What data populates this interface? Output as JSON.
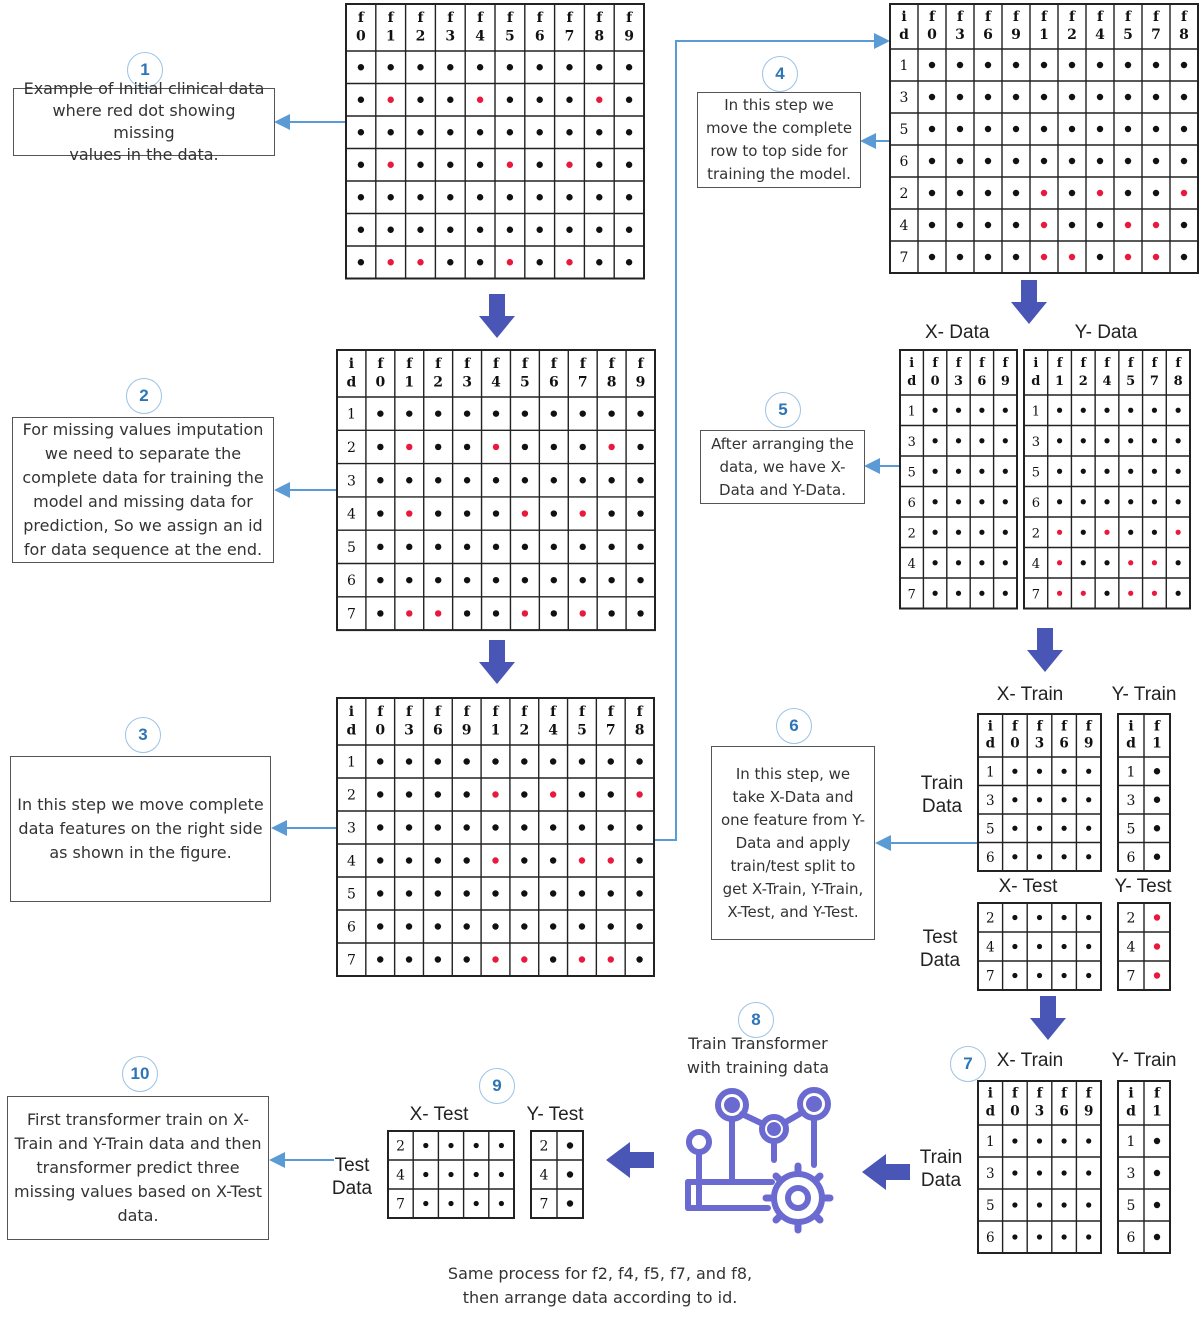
{
  "steps": {
    "s1": {
      "number": "1",
      "text": [
        "Example of Initial clinical data",
        "where red dot showing missing",
        "values in the data."
      ]
    },
    "s2": {
      "number": "2",
      "text": [
        "For missing values imputation",
        "we need to separate the",
        "complete data for training the",
        "model and missing data for",
        "prediction, So we assign an id",
        "for data sequence at the end."
      ]
    },
    "s3": {
      "number": "3",
      "text": [
        "In this step we move complete",
        "data features on the right side",
        "as shown in the figure."
      ]
    },
    "s4": {
      "number": "4",
      "text": [
        "In this step we",
        "move the complete",
        "row to top side for",
        "training the model."
      ]
    },
    "s5": {
      "number": "5",
      "text": [
        "After arranging the",
        "data, we have X-",
        "Data and Y-Data."
      ]
    },
    "s6": {
      "number": "6",
      "text": [
        "In this step, we",
        "take X-Data and",
        "one feature from Y-",
        "Data and apply",
        "train/test split to",
        "get X-Train, Y-Train,",
        "X-Test, and Y-Test."
      ]
    },
    "s7": {
      "number": "7"
    },
    "s8": {
      "number": "8",
      "text": [
        "Train Transformer",
        "with training data"
      ]
    },
    "s9": {
      "number": "9"
    },
    "s10": {
      "number": "10",
      "text": [
        "First transformer train on X-",
        "Train and Y-Train data and then",
        "transformer predict three",
        "missing values based on X-Test",
        "data."
      ]
    }
  },
  "labels": {
    "x_data": "X- Data",
    "y_data": "Y- Data",
    "x_train": "X- Train",
    "y_train": "Y- Train",
    "x_test": "X- Test",
    "y_test": "Y- Test",
    "train_data": [
      "Train",
      "Data"
    ],
    "test_data": [
      "Test",
      "Data"
    ]
  },
  "note": [
    "Same process for f2, f4, f5, f7, and f8,",
    "then arrange data according to id."
  ],
  "colors": {
    "missing": "#e8193c",
    "present": "#111111",
    "arrow": "#4a56b5",
    "connector": "#5b9bd5",
    "accent": "#2e75b6"
  },
  "tables": {
    "t1": {
      "headers": [
        [
          "f",
          "0"
        ],
        [
          "f",
          "1"
        ],
        [
          "f",
          "2"
        ],
        [
          "f",
          "3"
        ],
        [
          "f",
          "4"
        ],
        [
          "f",
          "5"
        ],
        [
          "f",
          "6"
        ],
        [
          "f",
          "7"
        ],
        [
          "f",
          "8"
        ],
        [
          "f",
          "9"
        ]
      ],
      "rows": [
        [
          "b",
          "b",
          "b",
          "b",
          "b",
          "b",
          "b",
          "b",
          "b",
          "b"
        ],
        [
          "b",
          "r",
          "b",
          "b",
          "r",
          "b",
          "b",
          "b",
          "r",
          "b"
        ],
        [
          "b",
          "b",
          "b",
          "b",
          "b",
          "b",
          "b",
          "b",
          "b",
          "b"
        ],
        [
          "b",
          "r",
          "b",
          "b",
          "b",
          "r",
          "b",
          "r",
          "b",
          "b"
        ],
        [
          "b",
          "b",
          "b",
          "b",
          "b",
          "b",
          "b",
          "b",
          "b",
          "b"
        ],
        [
          "b",
          "b",
          "b",
          "b",
          "b",
          "b",
          "b",
          "b",
          "b",
          "b"
        ],
        [
          "b",
          "r",
          "r",
          "b",
          "b",
          "r",
          "b",
          "r",
          "b",
          "b"
        ]
      ]
    },
    "t2": {
      "headers": [
        [
          "i",
          "d"
        ],
        [
          "f",
          "0"
        ],
        [
          "f",
          "1"
        ],
        [
          "f",
          "2"
        ],
        [
          "f",
          "3"
        ],
        [
          "f",
          "4"
        ],
        [
          "f",
          "5"
        ],
        [
          "f",
          "6"
        ],
        [
          "f",
          "7"
        ],
        [
          "f",
          "8"
        ],
        [
          "f",
          "9"
        ]
      ],
      "rows": [
        [
          "1",
          "b",
          "b",
          "b",
          "b",
          "b",
          "b",
          "b",
          "b",
          "b",
          "b"
        ],
        [
          "2",
          "b",
          "r",
          "b",
          "b",
          "r",
          "b",
          "b",
          "b",
          "r",
          "b"
        ],
        [
          "3",
          "b",
          "b",
          "b",
          "b",
          "b",
          "b",
          "b",
          "b",
          "b",
          "b"
        ],
        [
          "4",
          "b",
          "r",
          "b",
          "b",
          "b",
          "r",
          "b",
          "r",
          "b",
          "b"
        ],
        [
          "5",
          "b",
          "b",
          "b",
          "b",
          "b",
          "b",
          "b",
          "b",
          "b",
          "b"
        ],
        [
          "6",
          "b",
          "b",
          "b",
          "b",
          "b",
          "b",
          "b",
          "b",
          "b",
          "b"
        ],
        [
          "7",
          "b",
          "r",
          "r",
          "b",
          "b",
          "r",
          "b",
          "r",
          "b",
          "b"
        ]
      ]
    },
    "t3": {
      "headers": [
        [
          "i",
          "d"
        ],
        [
          "f",
          "0"
        ],
        [
          "f",
          "3"
        ],
        [
          "f",
          "6"
        ],
        [
          "f",
          "9"
        ],
        [
          "f",
          "1"
        ],
        [
          "f",
          "2"
        ],
        [
          "f",
          "4"
        ],
        [
          "f",
          "5"
        ],
        [
          "f",
          "7"
        ],
        [
          "f",
          "8"
        ]
      ],
      "rows": [
        [
          "1",
          "b",
          "b",
          "b",
          "b",
          "b",
          "b",
          "b",
          "b",
          "b",
          "b"
        ],
        [
          "2",
          "b",
          "b",
          "b",
          "b",
          "r",
          "b",
          "r",
          "b",
          "b",
          "r"
        ],
        [
          "3",
          "b",
          "b",
          "b",
          "b",
          "b",
          "b",
          "b",
          "b",
          "b",
          "b"
        ],
        [
          "4",
          "b",
          "b",
          "b",
          "b",
          "r",
          "b",
          "b",
          "r",
          "r",
          "b"
        ],
        [
          "5",
          "b",
          "b",
          "b",
          "b",
          "b",
          "b",
          "b",
          "b",
          "b",
          "b"
        ],
        [
          "6",
          "b",
          "b",
          "b",
          "b",
          "b",
          "b",
          "b",
          "b",
          "b",
          "b"
        ],
        [
          "7",
          "b",
          "b",
          "b",
          "b",
          "r",
          "r",
          "b",
          "r",
          "r",
          "b"
        ]
      ]
    },
    "t4": {
      "headers": [
        [
          "i",
          "d"
        ],
        [
          "f",
          "0"
        ],
        [
          "f",
          "3"
        ],
        [
          "f",
          "6"
        ],
        [
          "f",
          "9"
        ],
        [
          "f",
          "1"
        ],
        [
          "f",
          "2"
        ],
        [
          "f",
          "4"
        ],
        [
          "f",
          "5"
        ],
        [
          "f",
          "7"
        ],
        [
          "f",
          "8"
        ]
      ],
      "rows": [
        [
          "1",
          "b",
          "b",
          "b",
          "b",
          "b",
          "b",
          "b",
          "b",
          "b",
          "b"
        ],
        [
          "3",
          "b",
          "b",
          "b",
          "b",
          "b",
          "b",
          "b",
          "b",
          "b",
          "b"
        ],
        [
          "5",
          "b",
          "b",
          "b",
          "b",
          "b",
          "b",
          "b",
          "b",
          "b",
          "b"
        ],
        [
          "6",
          "b",
          "b",
          "b",
          "b",
          "b",
          "b",
          "b",
          "b",
          "b",
          "b"
        ],
        [
          "2",
          "b",
          "b",
          "b",
          "b",
          "r",
          "b",
          "r",
          "b",
          "b",
          "r"
        ],
        [
          "4",
          "b",
          "b",
          "b",
          "b",
          "r",
          "b",
          "b",
          "r",
          "r",
          "b"
        ],
        [
          "7",
          "b",
          "b",
          "b",
          "b",
          "r",
          "r",
          "b",
          "r",
          "r",
          "b"
        ]
      ]
    },
    "t5x": {
      "headers": [
        [
          "i",
          "d"
        ],
        [
          "f",
          "0"
        ],
        [
          "f",
          "3"
        ],
        [
          "f",
          "6"
        ],
        [
          "f",
          "9"
        ]
      ],
      "rows": [
        [
          "1",
          "b",
          "b",
          "b",
          "b"
        ],
        [
          "3",
          "b",
          "b",
          "b",
          "b"
        ],
        [
          "5",
          "b",
          "b",
          "b",
          "b"
        ],
        [
          "6",
          "b",
          "b",
          "b",
          "b"
        ],
        [
          "2",
          "b",
          "b",
          "b",
          "b"
        ],
        [
          "4",
          "b",
          "b",
          "b",
          "b"
        ],
        [
          "7",
          "b",
          "b",
          "b",
          "b"
        ]
      ]
    },
    "t5y": {
      "headers": [
        [
          "i",
          "d"
        ],
        [
          "f",
          "1"
        ],
        [
          "f",
          "2"
        ],
        [
          "f",
          "4"
        ],
        [
          "f",
          "5"
        ],
        [
          "f",
          "7"
        ],
        [
          "f",
          "8"
        ]
      ],
      "rows": [
        [
          "1",
          "b",
          "b",
          "b",
          "b",
          "b",
          "b"
        ],
        [
          "3",
          "b",
          "b",
          "b",
          "b",
          "b",
          "b"
        ],
        [
          "5",
          "b",
          "b",
          "b",
          "b",
          "b",
          "b"
        ],
        [
          "6",
          "b",
          "b",
          "b",
          "b",
          "b",
          "b"
        ],
        [
          "2",
          "r",
          "b",
          "r",
          "b",
          "b",
          "r"
        ],
        [
          "4",
          "r",
          "b",
          "b",
          "r",
          "r",
          "b"
        ],
        [
          "7",
          "r",
          "r",
          "b",
          "r",
          "r",
          "b"
        ]
      ]
    },
    "t6xtr": {
      "headers": [
        [
          "i",
          "d"
        ],
        [
          "f",
          "0"
        ],
        [
          "f",
          "3"
        ],
        [
          "f",
          "6"
        ],
        [
          "f",
          "9"
        ]
      ],
      "rows": [
        [
          "1",
          "b",
          "b",
          "b",
          "b"
        ],
        [
          "3",
          "b",
          "b",
          "b",
          "b"
        ],
        [
          "5",
          "b",
          "b",
          "b",
          "b"
        ],
        [
          "6",
          "b",
          "b",
          "b",
          "b"
        ]
      ]
    },
    "t6ytr": {
      "headers": [
        [
          "i",
          "d"
        ],
        [
          "f",
          "1"
        ]
      ],
      "rows": [
        [
          "1",
          "b"
        ],
        [
          "3",
          "b"
        ],
        [
          "5",
          "b"
        ],
        [
          "6",
          "b"
        ]
      ]
    },
    "t6xte": {
      "headers": [],
      "rows": [
        [
          "2",
          "b",
          "b",
          "b",
          "b"
        ],
        [
          "4",
          "b",
          "b",
          "b",
          "b"
        ],
        [
          "7",
          "b",
          "b",
          "b",
          "b"
        ]
      ]
    },
    "t6yte": {
      "headers": [],
      "rows": [
        [
          "2",
          "r"
        ],
        [
          "4",
          "r"
        ],
        [
          "7",
          "r"
        ]
      ]
    },
    "t7x": {
      "headers": [
        [
          "i",
          "d"
        ],
        [
          "f",
          "0"
        ],
        [
          "f",
          "3"
        ],
        [
          "f",
          "6"
        ],
        [
          "f",
          "9"
        ]
      ],
      "rows": [
        [
          "1",
          "b",
          "b",
          "b",
          "b"
        ],
        [
          "3",
          "b",
          "b",
          "b",
          "b"
        ],
        [
          "5",
          "b",
          "b",
          "b",
          "b"
        ],
        [
          "6",
          "b",
          "b",
          "b",
          "b"
        ]
      ]
    },
    "t7y": {
      "headers": [
        [
          "i",
          "d"
        ],
        [
          "f",
          "1"
        ]
      ],
      "rows": [
        [
          "1",
          "b"
        ],
        [
          "3",
          "b"
        ],
        [
          "5",
          "b"
        ],
        [
          "6",
          "b"
        ]
      ]
    },
    "t9x": {
      "headers": [],
      "rows": [
        [
          "2",
          "b",
          "b",
          "b",
          "b"
        ],
        [
          "4",
          "b",
          "b",
          "b",
          "b"
        ],
        [
          "7",
          "b",
          "b",
          "b",
          "b"
        ]
      ]
    },
    "t9y": {
      "headers": [],
      "rows": [
        [
          "2",
          "b"
        ],
        [
          "4",
          "b"
        ],
        [
          "7",
          "b"
        ]
      ]
    }
  }
}
